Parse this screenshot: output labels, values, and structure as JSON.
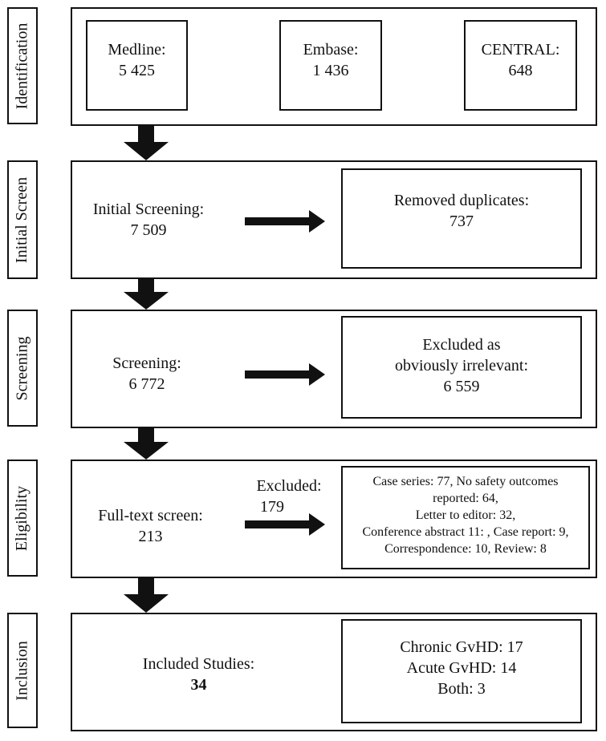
{
  "stages": {
    "identification": "Identification",
    "initial_screen": "Initial Screen",
    "screening": "Screening",
    "eligibility": "Eligibility",
    "inclusion": "Inclusion"
  },
  "identification": {
    "medline": {
      "label": "Medline:",
      "value": "5 425"
    },
    "embase": {
      "label": "Embase:",
      "value": "1 436"
    },
    "central": {
      "label": "CENTRAL:",
      "value": "648"
    }
  },
  "initial_screen": {
    "label": "Initial Screening:",
    "value": "7 509",
    "removed_label": "Removed duplicates:",
    "removed_value": "737"
  },
  "screening": {
    "label": "Screening:",
    "value": "6 772",
    "excluded_line1": "Excluded as",
    "excluded_line2": "obviously irrelevant:",
    "excluded_value": "6 559"
  },
  "eligibility": {
    "label": "Full-text screen:",
    "value": "213",
    "excluded_label": "Excluded:",
    "excluded_value": "179",
    "reasons": [
      "Case series: 77, No safety outcomes",
      "reported: 64,",
      "Letter to editor: 32,",
      "Conference abstract 11: , Case report: 9,",
      "Correspondence: 10, Review: 8"
    ]
  },
  "inclusion": {
    "label": "Included Studies:",
    "value": "34",
    "outcomes": [
      "Chronic GvHD: 17",
      "Acute GvHD: 14",
      "Both: 3"
    ]
  }
}
